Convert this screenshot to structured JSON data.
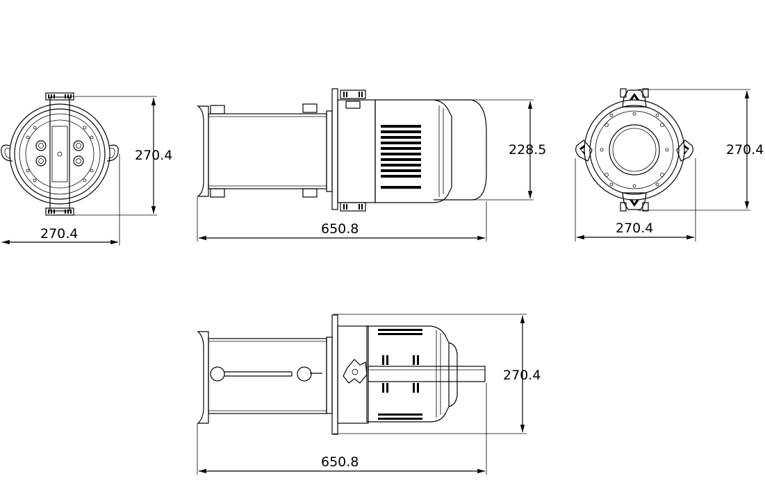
{
  "views": {
    "front": {
      "height_label": "270.4",
      "width_label": "270.4"
    },
    "side_top": {
      "length_label": "650.8",
      "height_label": "228.5"
    },
    "rear": {
      "height_label": "270.4",
      "width_label": "270.4"
    },
    "side_bottom": {
      "length_label": "650.8",
      "height_label": "270.4"
    }
  },
  "colors": {
    "line": "#000000",
    "background": "#ffffff"
  }
}
